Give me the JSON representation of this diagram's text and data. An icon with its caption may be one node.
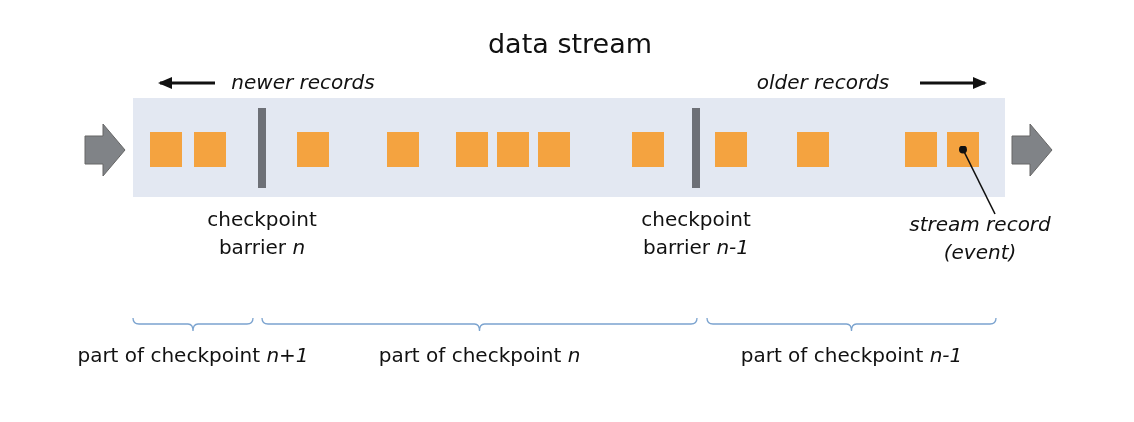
{
  "diagram": {
    "title": "data stream",
    "nodes": [
      {
        "text": [],
        "shape": "box"
      },
      {
        "text": [],
        "shape": "box",
        "in": 0
      },
      {
        "text": [],
        "shape": "box",
        "in": 0
      },
      {
        "text": [],
        "shape": "bar",
        "in": 0,
        "beside": [
          "checkpoint barrier *n*"
        ]
      },
      {
        "text": [],
        "shape": "box",
        "in": 0
      },
      {
        "text": [],
        "shape": "box",
        "in": 0
      },
      {
        "text": [],
        "shape": "box",
        "in": 0
      },
      {
        "text": [],
        "shape": "box",
        "in": 0
      },
      {
        "text": [],
        "shape": "box",
        "in": 0
      },
      {
        "text": [],
        "shape": "box",
        "in": 0
      },
      {
        "text": [],
        "shape": "bar",
        "in": 0,
        "beside": [
          "checkpoint barrier *n-1*"
        ]
      },
      {
        "text": [],
        "shape": "box",
        "in": 0
      },
      {
        "text": [],
        "shape": "box",
        "in": 0
      },
      {
        "text": [],
        "shape": "box",
        "in": 0
      },
      {
        "text": [],
        "shape": "box",
        "in": 0
      },
      {
        "text": [
          "stream record (event)"
        ]
      }
    ],
    "edges": [
      {
        "from": 15,
        "to": 14,
        "arrow": "other"
      }
    ],
    "labels": [
      "newer records",
      "older records",
      "part of checkpoint *n+1*",
      "part of checkpoint *n*",
      "part of checkpoint *n-1*"
    ]
  }
}
